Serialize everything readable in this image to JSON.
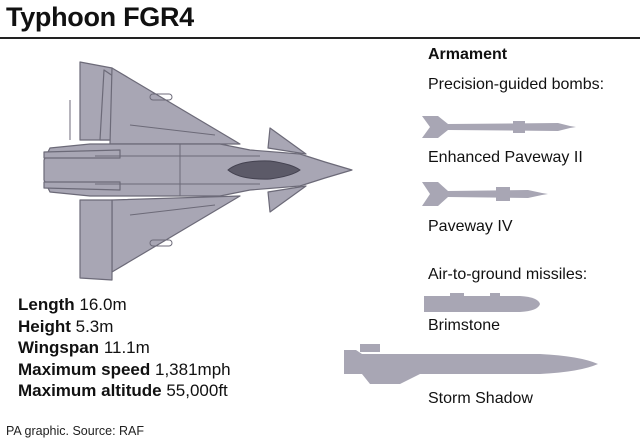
{
  "title": "Typhoon FGR4",
  "specs": [
    {
      "label": "Length",
      "value": "16.0m"
    },
    {
      "label": "Height",
      "value": "5.3m"
    },
    {
      "label": "Wingspan",
      "value": "11.1m"
    },
    {
      "label": "Maximum speed",
      "value": "1,381mph"
    },
    {
      "label": "Maximum altitude",
      "value": "55,000ft"
    }
  ],
  "armament": {
    "heading": "Armament",
    "bombs_heading": "Precision-guided bombs:",
    "bombs": [
      "Enhanced Paveway II",
      "Paveway IV"
    ],
    "missiles_heading": "Air-to-ground missiles:",
    "missiles": [
      "Brimstone",
      "Storm Shadow"
    ]
  },
  "footer": "PA graphic. Source: RAF",
  "colors": {
    "silhouette": "#a8a6b4",
    "outline": "#6c6a78",
    "canopy": "#5c5a68",
    "text": "#111111"
  }
}
